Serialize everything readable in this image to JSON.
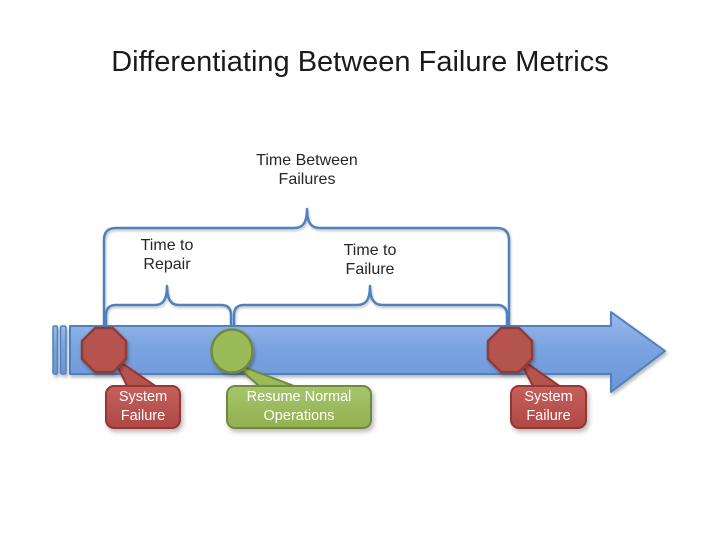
{
  "slide": {
    "title": "Differentiating Between Failure Metrics",
    "background": "#ffffff"
  },
  "diagram": {
    "type": "timeline",
    "metric_labels": {
      "time_between_failures": "Time Between Failures",
      "time_to_repair": "Time to Repair",
      "time_to_failure": "Time to Failure"
    },
    "events": [
      {
        "label": "System Failure",
        "kind": "failure",
        "marker": "octagon",
        "fill": "#b5524f",
        "border": "#943634"
      },
      {
        "label": "Resume Normal Operations",
        "kind": "recovery",
        "marker": "circle",
        "fill": "#9bbb59",
        "border": "#71893f"
      },
      {
        "label": "System Failure",
        "kind": "failure",
        "marker": "octagon",
        "fill": "#b5524f",
        "border": "#943634"
      }
    ],
    "colors": {
      "accent_blue": "#4f81bd",
      "arrow_fill_top": "#97b7e9",
      "arrow_fill_bottom": "#6b96d7",
      "text": "#1a1a1a",
      "callout_text": "#ffffff"
    }
  }
}
